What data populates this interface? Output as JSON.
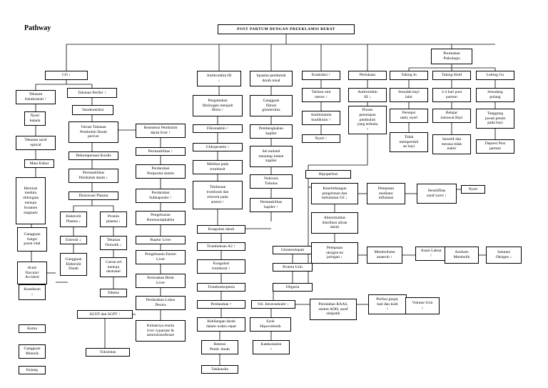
{
  "diagram": {
    "title": "Pathway",
    "nodes": [
      {
        "id": "root",
        "text": "POST PARTUM DENGAN PREEKLAMSI BERAT"
      },
      {
        "id": "psiko",
        "text": "Perubahan\nPsikologis"
      },
      {
        "id": "co",
        "text": "CO ↓"
      },
      {
        "id": "antiIII",
        "text": "Antitrombin III\n↓"
      },
      {
        "id": "spasme",
        "text": "Spasme pembuluh\ndarah renal"
      },
      {
        "id": "kontraksi",
        "text": "Kontraksi ↑"
      },
      {
        "id": "perlukaan",
        "text": "Perlukaan"
      },
      {
        "id": "takingin",
        "text": "Taking In"
      },
      {
        "id": "takinghold",
        "text": "Taking Hold"
      },
      {
        "id": "lettinggo",
        "text": "Letting Go"
      },
      {
        "id": "tik",
        "text": "Tekanan\nIntrakranial ↑"
      },
      {
        "id": "tperifer",
        "text": "Tahanan Perifer ↑"
      },
      {
        "id": "nyerikepala",
        "text": "Nyeri\nkepala"
      },
      {
        "id": "vasokon",
        "text": "Vasokontriksi"
      },
      {
        "id": "tsaraf",
        "text": "Tekanan saraf\noptical"
      },
      {
        "id": "matakabur",
        "text": "Mata Kabur"
      },
      {
        "id": "herniasi",
        "text": "Herniasi\nmedulo\noblongata\nmenuju\nforamen\nmagnum"
      },
      {
        "id": "variasi",
        "text": "Variasi Tahanan\nPembuluh Darah\nperiver"
      },
      {
        "id": "dekomp",
        "text": "Dekompensasi Kordis"
      },
      {
        "id": "permpd",
        "text": "Permeabilitas\nPembuluh darah ↓"
      },
      {
        "id": "ekstra",
        "text": "Ekstravasi Plasma"
      },
      {
        "id": "elektrolit",
        "text": "Elektrolit\nPlasma ↓"
      },
      {
        "id": "protein",
        "text": "Protein\nplasma ↓"
      },
      {
        "id": "entrosit",
        "text": "Entrosit ↓"
      },
      {
        "id": "tosmotik",
        "text": "Tekanan\nOsmotik ↓"
      },
      {
        "id": "gelektrolit",
        "text": "Gangguan\nElektrolit\nDarah"
      },
      {
        "id": "cairan",
        "text": "Cairan sel\nmenuju\nekstrasel"
      },
      {
        "id": "edema",
        "text": "Edema"
      },
      {
        "id": "gfungsi",
        "text": "Gangguan\nfungsi\npusat vital"
      },
      {
        "id": "avc",
        "text": "Acute\nVascular\nAccident"
      },
      {
        "id": "kesadaran",
        "text": "Kesadaran\n↓"
      },
      {
        "id": "koma",
        "text": "Koma"
      },
      {
        "id": "gmotorik",
        "text": "Gangguan\nMotorik"
      },
      {
        "id": "kejang",
        "text": "Kejang"
      },
      {
        "id": "pengubahan",
        "text": "Pengubahan\nfibrinogen menjadi\nfibrin ↑"
      },
      {
        "id": "fibronektin",
        "text": "Fibronektin ↑"
      },
      {
        "id": "glikoprotein",
        "text": "Glikoprotein ↑"
      },
      {
        "id": "melekat",
        "text": "Melekat pada\ntrombosit"
      },
      {
        "id": "timbunan",
        "text": "Timbunan\ntrombosit dan\neritrosit pada\narteiol ↑"
      },
      {
        "id": "resistensi",
        "text": "Resistensi Pembuluh\ndarah liver ↑"
      },
      {
        "id": "permeab",
        "text": "Permeabilitas ↑"
      },
      {
        "id": "periportal",
        "text": "Perdarahan\nPeriportal sistem"
      },
      {
        "id": "subkapsuler",
        "text": "Perdarahan\nSubkapsuler ↑"
      },
      {
        "id": "pengeluaranbrom",
        "text": "Pengeluaran\nBromosulphalein"
      },
      {
        "id": "ruptur",
        "text": "Ruptur Liver"
      },
      {
        "id": "enzim",
        "text": "Pengeluaran Enzim\nLiver"
      },
      {
        "id": "kerusakan",
        "text": "Kerusakan Berat\nLiver"
      },
      {
        "id": "lobus",
        "text": "Perdarahan Lobus\nDextra"
      },
      {
        "id": "keluarnya",
        "text": "Keluarnya enzim\nliver cypartate &\namniotransferase"
      },
      {
        "id": "sgot",
        "text": "SGOT dan SGPT ↑"
      },
      {
        "id": "toksisitas",
        "text": "Toksisitas"
      },
      {
        "id": "koagulasi",
        "text": "Koagulasi darah"
      },
      {
        "id": "tromboksan",
        "text": "Tromboksan A2 ↑"
      },
      {
        "id": "koagtromb",
        "text": "Koagulasi\ntrombosit ↑"
      },
      {
        "id": "trombositopenia",
        "text": "Trombositopenia"
      },
      {
        "id": "perdarahan",
        "text": "Perdarahan ↑"
      },
      {
        "id": "kehilangan",
        "text": "Kehilangan darah\ndalam waktu cepat"
      },
      {
        "id": "retensi",
        "text": "Retensi\nPemb. darah"
      },
      {
        "id": "takikardia",
        "text": "Takikardia"
      },
      {
        "id": "gfiltrasi",
        "text": "Gangguan\nfiltrasi\nglomerulus"
      },
      {
        "id": "pembengkakan",
        "text": "Pembengkakan\nkapiler"
      },
      {
        "id": "selendotel",
        "text": "Sel endotel\nmenutup lumen\nkapiler"
      },
      {
        "id": "nekrosis",
        "text": "Nekrosis\nTubulus"
      },
      {
        "id": "permkapiler",
        "text": "Permeabilitas\nkapiler ↑"
      },
      {
        "id": "glomerulopati",
        "text": "Glomerulopati"
      },
      {
        "id": "proteinurin",
        "text": "Protein Urin"
      },
      {
        "id": "oliguria",
        "text": "Oliguria"
      },
      {
        "id": "volintra",
        "text": "Vol. Intravaskuler ↓"
      },
      {
        "id": "syok",
        "text": "Syok\nHipovolemik"
      },
      {
        "id": "katekolamin",
        "text": "Katekolamin\n↑"
      },
      {
        "id": "tarikan",
        "text": "Tarikan otot\nuterus ↑"
      },
      {
        "id": "antihistamin",
        "text": "Antihistamin\nbradikinin ↑"
      },
      {
        "id": "nyeri1",
        "text": "Nyeri ↑"
      },
      {
        "id": "antiIII2",
        "text": "Antitrombin\nIII ↓"
      },
      {
        "id": "proses",
        "text": "Proses\npenutupan\npembuluh\nyang terbuka\n↑"
      },
      {
        "id": "sesudah",
        "text": "Sesudah bayi\nlahir"
      },
      {
        "id": "persepsi",
        "text": "Persepsi\nsakit, nyeri"
      },
      {
        "id": "tidakmemper",
        "text": "Tidak\nmemperduli\nan bayi"
      },
      {
        "id": "duaempat",
        "text": "2-4 hari post\npartum"
      },
      {
        "id": "belajar",
        "text": "Belajar\nmerawat Bayi"
      },
      {
        "id": "sensitif",
        "text": "Sensitif dan\nmerasa tidak\nmahir"
      },
      {
        "id": "sesudangpulang",
        "text": "Sesudang\npulang"
      },
      {
        "id": "tanggung",
        "text": "Tanggung\njawab penuh\npada bayi"
      },
      {
        "id": "depresi",
        "text": "Depresi Post\npartum"
      },
      {
        "id": "hipoperfusi",
        "text": "Hipoperfusi"
      },
      {
        "id": "keseimbangan",
        "text": "Keseimbangan\npengiriman dan\nkebutuhan O2 ↓"
      },
      {
        "id": "pelepasanmed",
        "text": "Pelepasan\nmediator\ninflamasi"
      },
      {
        "id": "sensitifitas",
        "text": "Sensitifitas\nsaraf nyeri ↑"
      },
      {
        "id": "nyeri2",
        "text": "Nyeri"
      },
      {
        "id": "abnormal",
        "text": "Abnormalitas\ndistribusi aliran\ndarah"
      },
      {
        "id": "pelepasanoks",
        "text": "Pelepasan\noksigen ke\njaringan ↓"
      },
      {
        "id": "metabolisme",
        "text": "Metabolisme\nanaerob ↑"
      },
      {
        "id": "asamlaktat",
        "text": "Asam Laktat\n↑"
      },
      {
        "id": "asidosis",
        "text": "Asidosis\nMetabolik"
      },
      {
        "id": "saturasi",
        "text": "Saturasi\nOksigen ↓"
      },
      {
        "id": "raas",
        "text": "Perubahan RAAS,\nsistem ADH, saraf\nsimpatik"
      },
      {
        "id": "perfusi",
        "text": "Perfusi ginjal,\nhati dan kulit\n↓"
      },
      {
        "id": "volurin",
        "text": "Volume Urin\n↓"
      }
    ]
  }
}
